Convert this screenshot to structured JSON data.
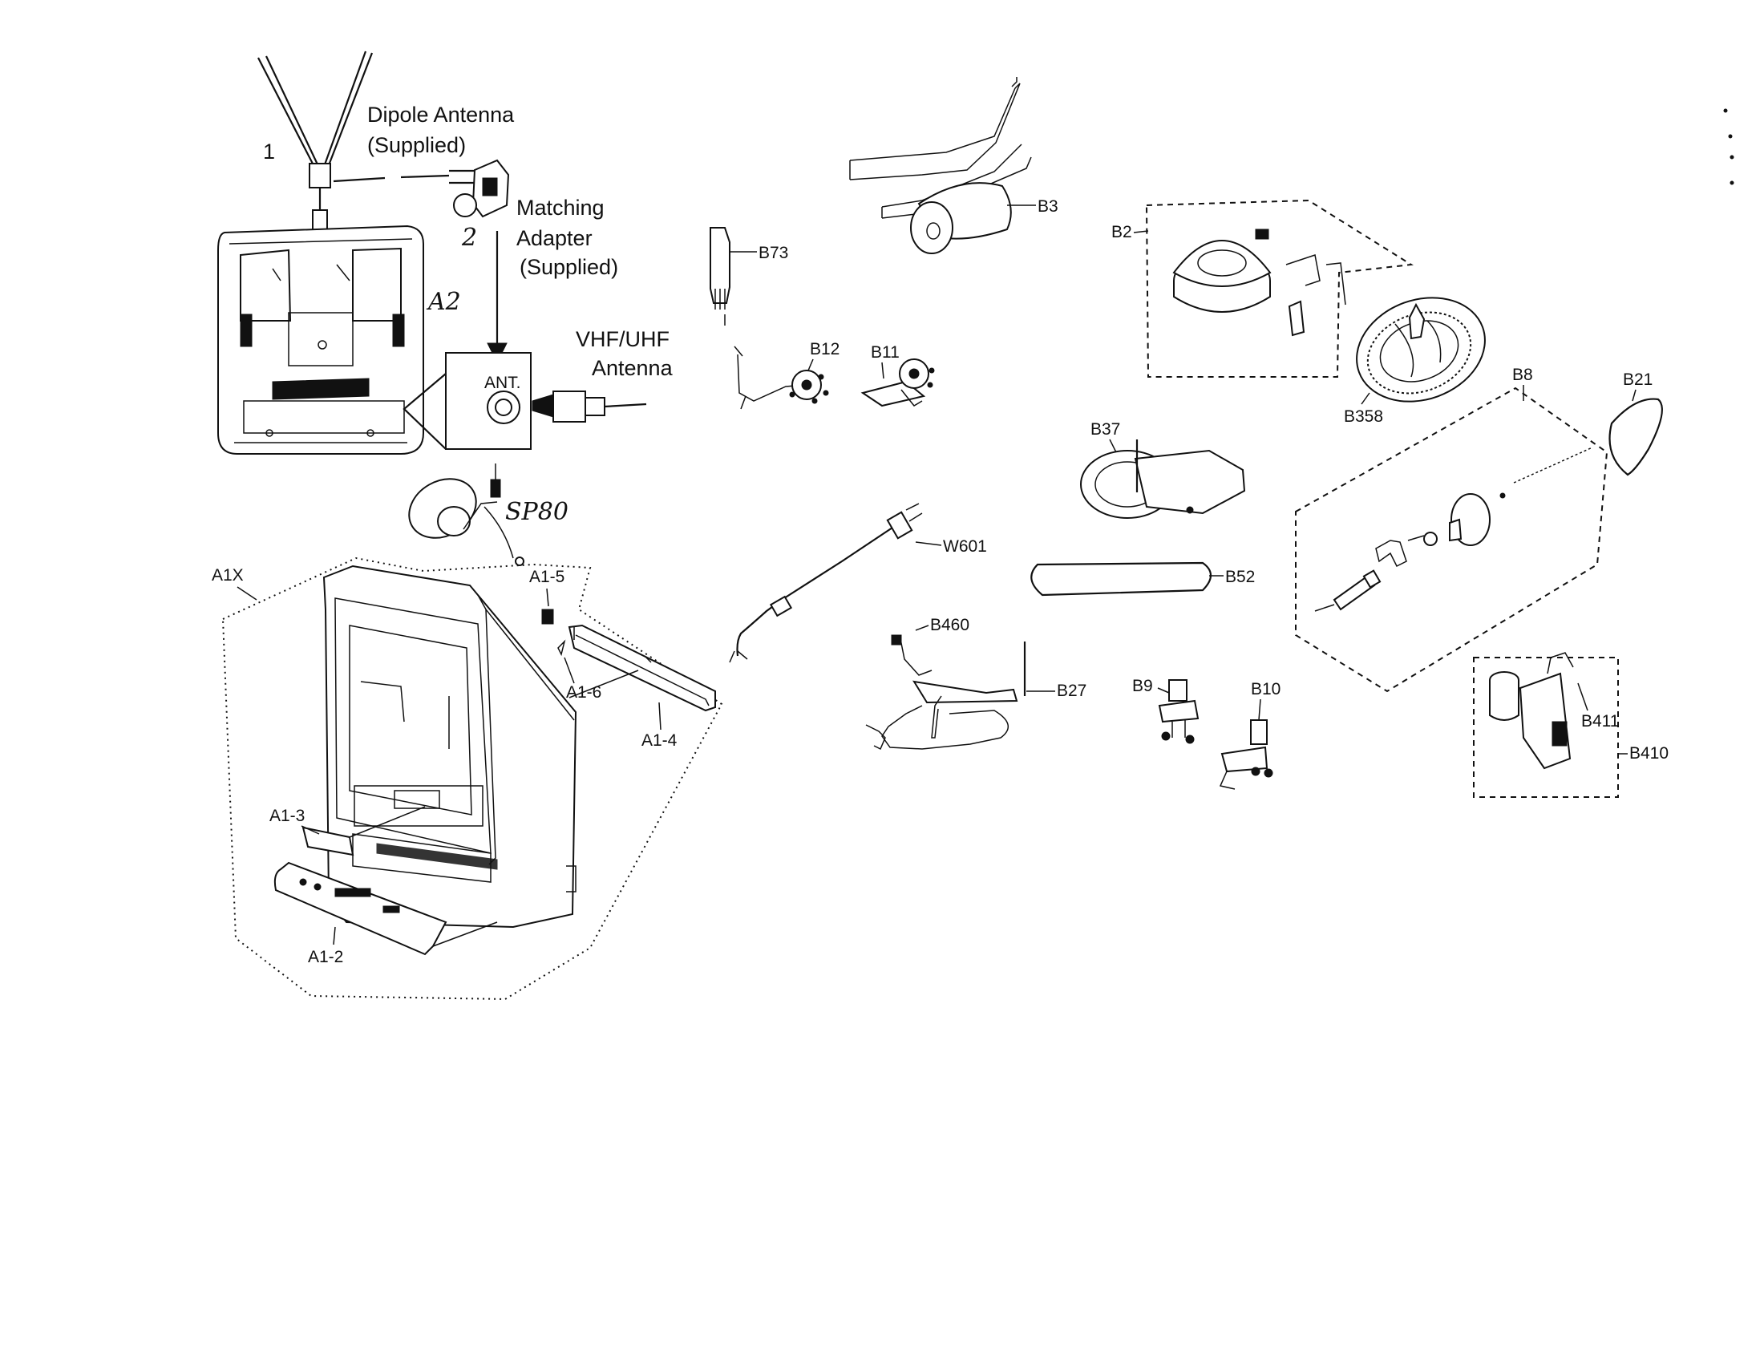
{
  "callouts": {
    "dipole_antenna": [
      "Dipole Antenna",
      "(Supplied)"
    ],
    "matching_adapter": [
      "Matching",
      "Adapter",
      "(Supplied)"
    ],
    "vhf_uhf_antenna": [
      "VHF/UHF",
      "Antenna"
    ],
    "ant_jack": "ANT.",
    "num_1": "1",
    "num_2": "2",
    "sp80": "SP80"
  },
  "part_labels": {
    "A2": "A2",
    "A1X": "A1X",
    "A1_5": "A1-5",
    "A1_6": "A1-6",
    "A1_4": "A1-4",
    "A1_3": "A1-3",
    "A1_2": "A1-2",
    "B73": "B73",
    "B12": "B12",
    "B11": "B11",
    "B3": "B3",
    "B2": "B2",
    "B358": "B358",
    "B8": "B8",
    "B21": "B21",
    "B37": "B37",
    "W601": "W601",
    "B52": "B52",
    "B460": "B460",
    "B27": "B27",
    "B9": "B9",
    "B10": "B10",
    "B411": "B411",
    "B410": "B410"
  }
}
